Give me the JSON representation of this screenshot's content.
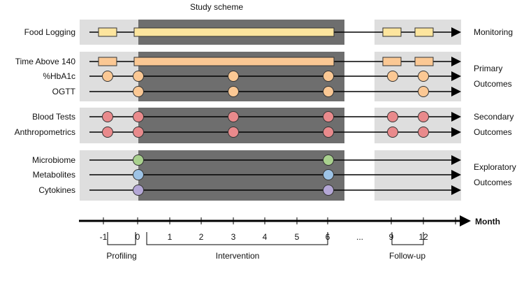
{
  "title": "Study scheme",
  "colors": {
    "dark_panel": "#6e6e6e",
    "light_panel": "#dedede",
    "yellow": "#fde59e",
    "orange": "#fbc894",
    "red": "#e98a8c",
    "green": "#a9d18e",
    "blue": "#9dc3e6",
    "purple": "#b4a7d6"
  },
  "rows": [
    {
      "label": "Food Logging",
      "type": "bars",
      "color": "yellow"
    },
    {
      "label": "Time Above 140",
      "type": "bars",
      "color": "orange"
    },
    {
      "label": "%HbA1c",
      "type": "points",
      "color": "orange",
      "months": [
        "-1",
        "0",
        "3",
        "6",
        "9",
        "12"
      ]
    },
    {
      "label": "OGTT",
      "type": "points",
      "color": "orange",
      "months": [
        "0",
        "3",
        "6",
        "12"
      ]
    },
    {
      "label": "Blood Tests",
      "type": "points",
      "color": "red",
      "months": [
        "-1",
        "0",
        "3",
        "6",
        "9",
        "12"
      ]
    },
    {
      "label": "Anthropometrics",
      "type": "points",
      "color": "red",
      "months": [
        "-1",
        "0",
        "3",
        "6",
        "9",
        "12"
      ]
    },
    {
      "label": "Microbiome",
      "type": "points",
      "color": "green",
      "months": [
        "0",
        "6"
      ]
    },
    {
      "label": "Metabolites",
      "type": "points",
      "color": "blue",
      "months": [
        "0",
        "6"
      ]
    },
    {
      "label": "Cytokines",
      "type": "points",
      "color": "purple",
      "months": [
        "0",
        "6"
      ]
    }
  ],
  "groups": [
    {
      "lines": [
        "Monitoring"
      ]
    },
    {
      "lines": [
        "Primary",
        "Outcomes"
      ]
    },
    {
      "lines": [
        "Secondary",
        "Outcomes"
      ]
    },
    {
      "lines": [
        "Exploratory",
        "Outcomes"
      ]
    }
  ],
  "axis": {
    "label": "Month",
    "ticks": [
      "-1",
      "0",
      "1",
      "2",
      "3",
      "4",
      "5",
      "6",
      "...",
      "9",
      "12"
    ]
  },
  "phases": [
    {
      "label": "Profiling"
    },
    {
      "label": "Intervention"
    },
    {
      "label": "Follow-up"
    }
  ]
}
